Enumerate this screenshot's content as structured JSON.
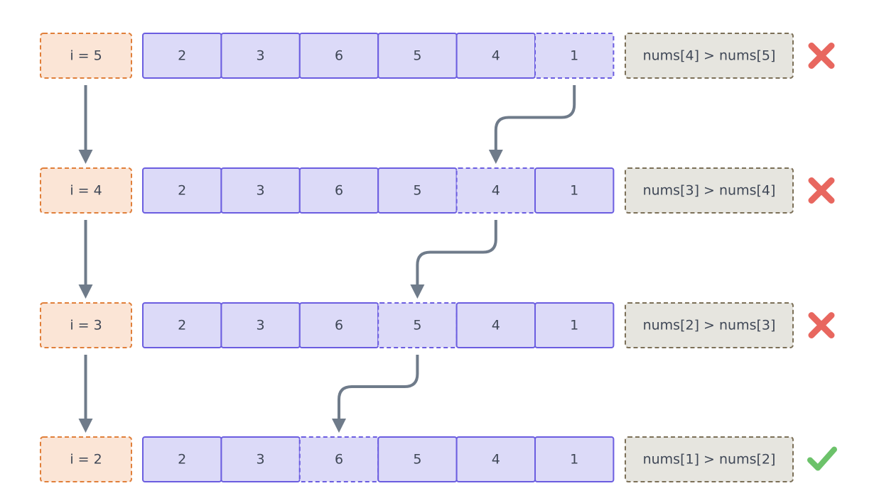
{
  "rows": [
    {
      "index_label": "i = 5",
      "values": [
        "2",
        "3",
        "6",
        "5",
        "4",
        "1"
      ],
      "highlight": 5,
      "condition": "nums[4] > nums[5]",
      "result": "cross"
    },
    {
      "index_label": "i = 4",
      "values": [
        "2",
        "3",
        "6",
        "5",
        "4",
        "1"
      ],
      "highlight": 4,
      "condition": "nums[3] > nums[4]",
      "result": "cross"
    },
    {
      "index_label": "i = 3",
      "values": [
        "2",
        "3",
        "6",
        "5",
        "4",
        "1"
      ],
      "highlight": 3,
      "condition": "nums[2] > nums[3]",
      "result": "cross"
    },
    {
      "index_label": "i = 2",
      "values": [
        "2",
        "3",
        "6",
        "5",
        "4",
        "1"
      ],
      "highlight": 2,
      "condition": "nums[1] > nums[2]",
      "result": "check"
    }
  ],
  "colors": {
    "index_fill": "#fbe5d6",
    "index_border": "#e07f3a",
    "cell_fill": "#dcdaf8",
    "cell_border": "#6b5de0",
    "cond_fill": "#e6e5df",
    "cond_border": "#7c7058",
    "arrow": "#6f7b8a",
    "cross": "#e8675f",
    "check": "#6cc26a"
  },
  "icons": {
    "cross": "cross-icon",
    "check": "check-icon"
  }
}
